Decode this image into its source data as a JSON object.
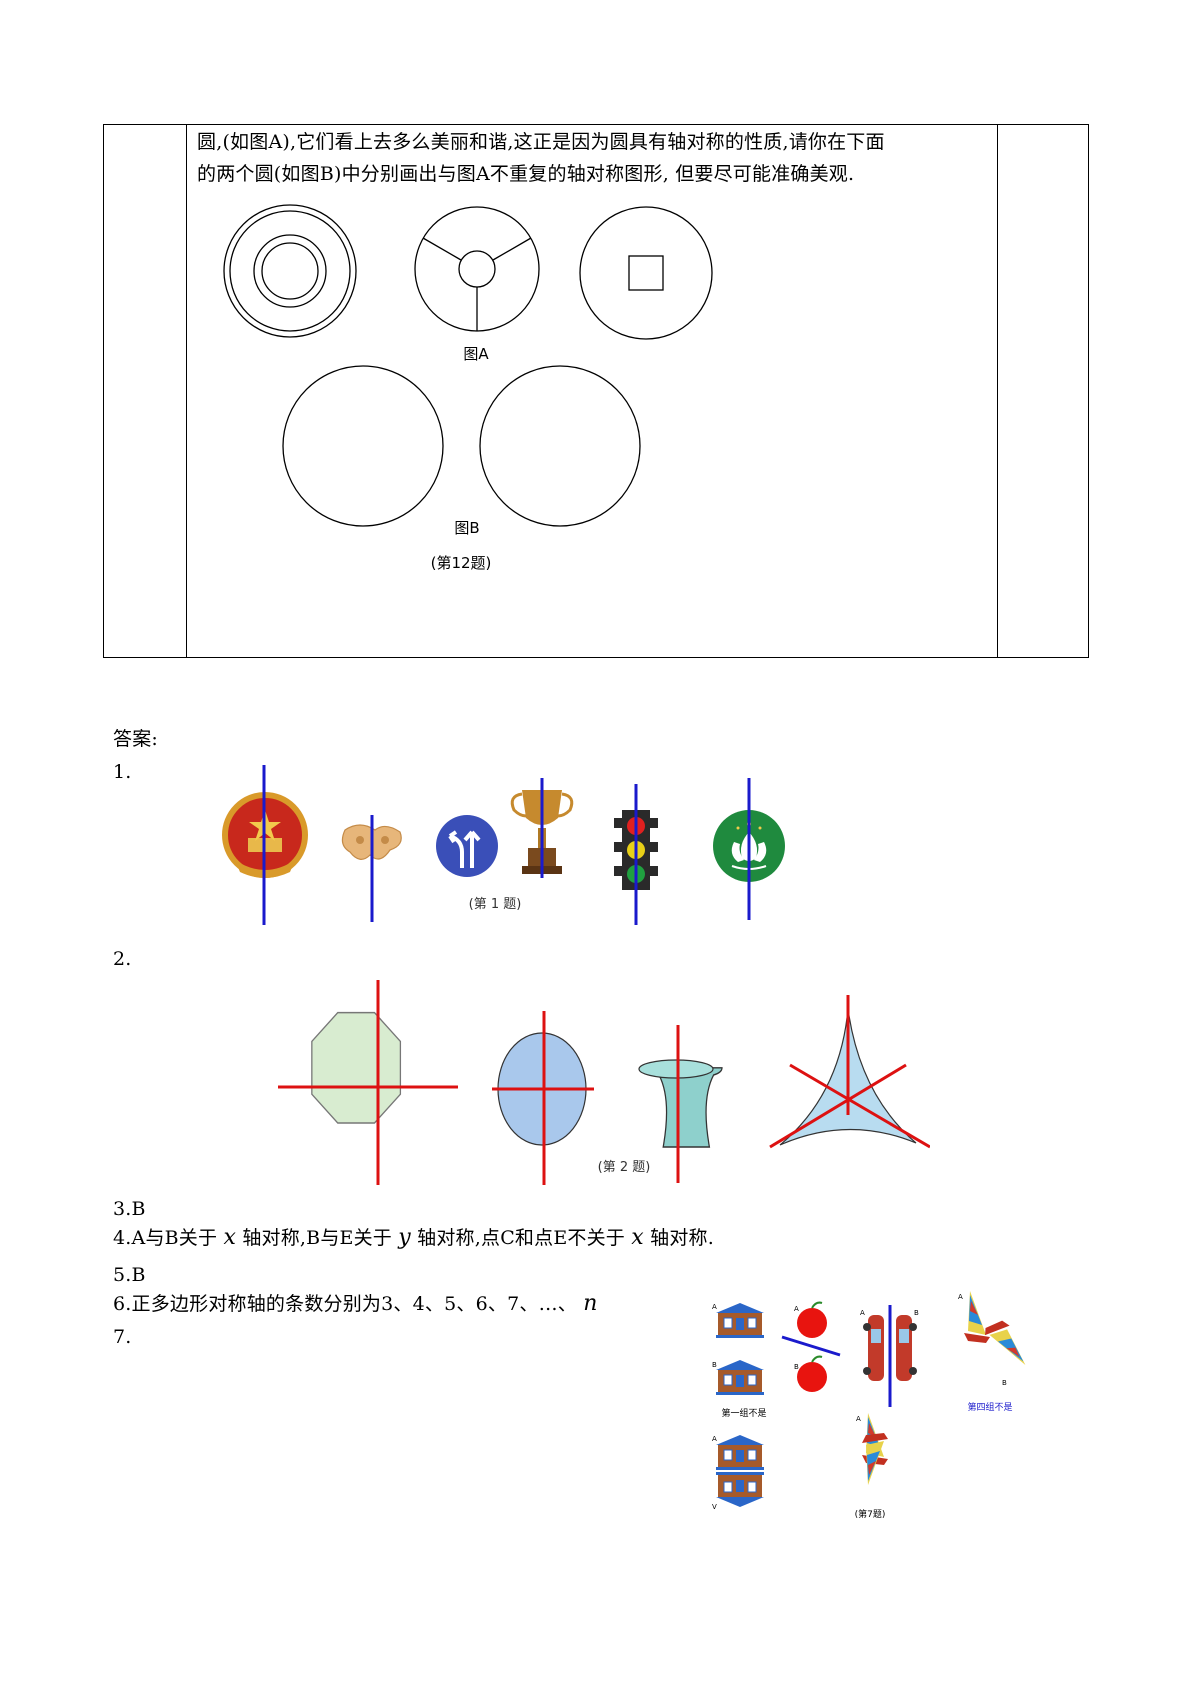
{
  "question": {
    "line1": "圆,(如图A),它们看上去多么美丽和谐,这正是因为圆具有轴对称的性质,请你在下面",
    "line2": "的两个圆(如图B)中分别画出与图A不重复的轴对称图形, 但要尽可能准确美观.",
    "fig_a_label": "图A",
    "fig_b_label": "图B",
    "caption": "(第12题)"
  },
  "answers": {
    "heading": "答案:",
    "a1_num": "1.",
    "a1_caption": "(第 1 题)",
    "a2_num": "2.",
    "a2_caption": "(第 2 题)",
    "a3": "3.B",
    "a4_p1": "4.A与B关于",
    "a4_x1": "x",
    "a4_p2": "轴对称,B与E关于",
    "a4_y": "y",
    "a4_p3": "轴对称,点C和点E不关于",
    "a4_x2": "x",
    "a4_p4": "轴对称.",
    "a5": "5.B",
    "a6_text": "6.正多边形对称轴的条数分别为3、4、5、6、7、…、",
    "a6_n": "n",
    "a7_num": "7.",
    "a7_label_a": "A",
    "a7_label_b": "B",
    "a7_label_v": "V",
    "a7_group1": "第一组不是",
    "a7_group4": "第四组不是",
    "a7_caption": "(第7题)"
  },
  "colors": {
    "axis_blue": "#1a1acc",
    "axis_red": "#dd1111"
  }
}
